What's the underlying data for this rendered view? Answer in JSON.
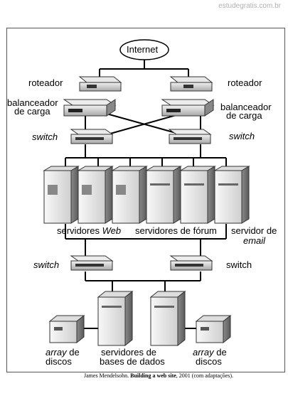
{
  "watermark": "estudegratis.com.br",
  "labels": {
    "internet": "Internet",
    "router_left": "roteador",
    "router_right": "roteador",
    "lb_left_1": "balanceador",
    "lb_left_2": "de carga",
    "lb_right_1": "balanceador",
    "lb_right_2": "de carga",
    "switch_top_left": "switch",
    "switch_top_right": "switch",
    "servers_web_1": "servidores ",
    "servers_web_2": "Web",
    "servers_forum": "servidores de fórum",
    "servers_email_1": "servidor de",
    "servers_email_2": "email",
    "switch_bottom_left": "switch",
    "switch_bottom_right": "switch",
    "array_left_1": "array",
    "array_left_2": " de",
    "array_left_3": "discos",
    "db_servers_1": "servidores de",
    "db_servers_2": "bases de dados",
    "array_right_1": "array",
    "array_right_2": " de",
    "array_right_3": "discos"
  },
  "caption": {
    "author": "James Mendelsohn. ",
    "title": "Building a web site",
    "rest": ", 2001 (com adaptações)."
  }
}
